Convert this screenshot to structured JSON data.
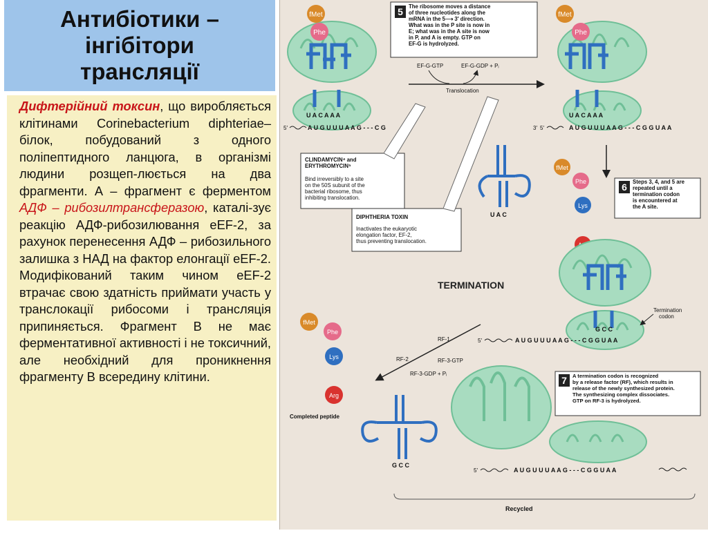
{
  "slide": {
    "title": "Антибіотики –\nінгібітори\nтрансляції",
    "body": {
      "toxin_name": "Дифтерійний токсин",
      "part1": ", що виробляється клітинами Corinebacterium diphteriae– білок, побудований з одного поліпептидного ланцюга, в організмі людини розщеп-люється на два фрагменти. А – фрагмент є ферментом ",
      "enzyme_name": "АДФ – рибозилтрансферазою",
      "part2": ", каталі-зує реакцію АДФ-рибозилювання eEF-2, за рахунок перенесення АДФ – рибозильного залишка з НАД на фактор елонгації eEF-2. Модифікований таким чином eEF-2 втрачає свою здатність приймати участь у транслокації рибосоми і трансляція припиняється. Фрагмент В не має ферментативної активності і не токсичний, але необхідний для проникнення фрагменту В всередину клітини."
    }
  },
  "diagram": {
    "step5": {
      "number": "5",
      "text": [
        "The ribosome moves a distance",
        "of three nucleotides along the",
        "mRNA in the 5⟶ 3′ direction.",
        "What was in the P site is now in",
        "E; what was in the A site is now",
        "in P, and A is empty. GTP on",
        "EF-G is hydrolyzed."
      ]
    },
    "step6": {
      "number": "6",
      "text": [
        "Steps 3, 4, and 5 are",
        "repeated until a",
        "termination codon",
        "is encountered at",
        "the A site."
      ]
    },
    "step7": {
      "number": "7",
      "text": [
        "A termination codon is recognized",
        "by a release factor (RF), which results in",
        "release of the newly synthesized protein.",
        "The synthesizing complex dissociates.",
        "GTP on RF-3 is hydrolyzed."
      ]
    },
    "clindamycin_box": {
      "title": [
        "CLINDAMYCIN⁴ and",
        "ERYTHROMYCIN⁵"
      ],
      "text": [
        "Bind irreversibly to a site",
        "on the 50S subunit of the",
        "bacterial ribosome, thus",
        "inhibiting translocation."
      ]
    },
    "diphtheria_box": {
      "title": "DIPHTHERIA TOXIN",
      "text": [
        "Inactivates the eukaryotic",
        "elongation factor, EF-2,",
        "thus preventing translocation."
      ]
    },
    "labels": {
      "ef_g_gtp": "EF-G-GTP",
      "ef_g_gdp": "EF-G-GDP + Pᵢ",
      "translocation": "Translocation",
      "termination": "TERMINATION",
      "termination_codon": [
        "Termination",
        "codon"
      ],
      "completed_peptide": "Completed peptide",
      "recycled": "Recycled",
      "rf1": "RF-1",
      "rf2": "RF-2",
      "rf3_gtp": "RF-3-GTP",
      "rf3_gdp": "RF-3-GDP + Pᵢ",
      "five_prime": "5′",
      "three_prime": "3′"
    },
    "amino_acids": {
      "fmet": "fMet",
      "phe": "Phe",
      "lys": "Lys",
      "arg": "Arg"
    },
    "sequences": {
      "anticodon_1": "U A C A A A",
      "mrna_1": "A U G U U U A A G - - - C  G",
      "anticodon_2": "U A C A A A",
      "mrna_2": "A U G U U U A A G - - - C G G U A A",
      "free_trna_anticodon": "U A C",
      "anticodon_3": "G C C",
      "mrna_3": "A U G U U U A A G - - - C G G U A A",
      "free_trna_anticodon_2": "G C C",
      "mrna_4": "A U G U U U A A G - - - C G G U A A"
    },
    "colors": {
      "ribosome": "#a8dcc0",
      "ribosome_dark": "#6fbf97",
      "trna": "#2f6fc0",
      "fmet": "#d98a2a",
      "phe": "#e56b8a",
      "lys": "#2f6fc0",
      "arg": "#d9332f",
      "box_header": "#222222",
      "accent": "#c8161a"
    }
  }
}
